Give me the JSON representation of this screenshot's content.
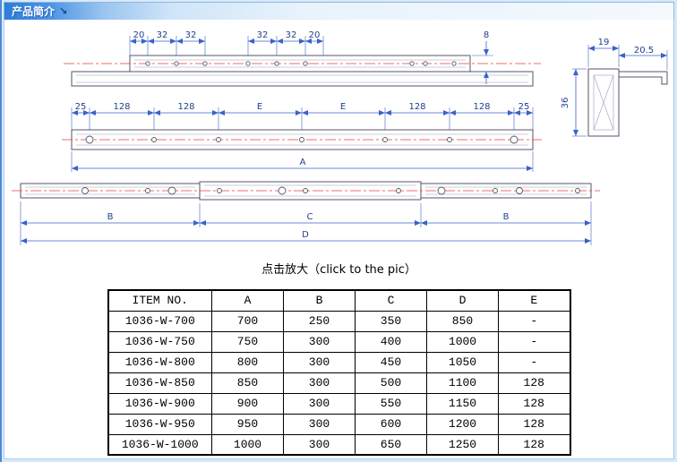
{
  "page": {
    "header": {
      "title": "产品简介",
      "icon_glyph": "↘"
    },
    "click_hint": "点击放大（click to the pic）"
  },
  "drawing": {
    "top_view": {
      "dims_left": [
        "20",
        "32",
        "32"
      ],
      "dims_right": [
        "32",
        "32",
        "20"
      ],
      "dim_height": "8"
    },
    "section_view": {
      "dim_top_left": "19",
      "dim_top_right": "20.5",
      "dim_side": "36"
    },
    "side_view": {
      "dims": [
        "25",
        "128",
        "128",
        "E",
        "E",
        "128",
        "128",
        "25"
      ],
      "dim_total": "A"
    },
    "extended_view": {
      "dim_left": "B",
      "dim_middle": "C",
      "dim_right": "B",
      "dim_total": "D"
    }
  },
  "table": {
    "headers": [
      "ITEM NO.",
      "A",
      "B",
      "C",
      "D",
      "E"
    ],
    "rows": [
      [
        "1036-W-700",
        "700",
        "250",
        "350",
        "850",
        "-"
      ],
      [
        "1036-W-750",
        "750",
        "300",
        "400",
        "1000",
        "-"
      ],
      [
        "1036-W-800",
        "800",
        "300",
        "450",
        "1050",
        "-"
      ],
      [
        "1036-W-850",
        "850",
        "300",
        "500",
        "1100",
        "128"
      ],
      [
        "1036-W-900",
        "900",
        "300",
        "550",
        "1150",
        "128"
      ],
      [
        "1036-W-950",
        "950",
        "300",
        "600",
        "1200",
        "128"
      ],
      [
        "1036-W-1000",
        "1000",
        "300",
        "650",
        "1250",
        "128"
      ]
    ]
  },
  "colors": {
    "header_blue": "#2f7cd8",
    "dimension_blue": "#3a62c8",
    "centerline_red": "#e84040",
    "page_background": "#d7e9f7"
  }
}
